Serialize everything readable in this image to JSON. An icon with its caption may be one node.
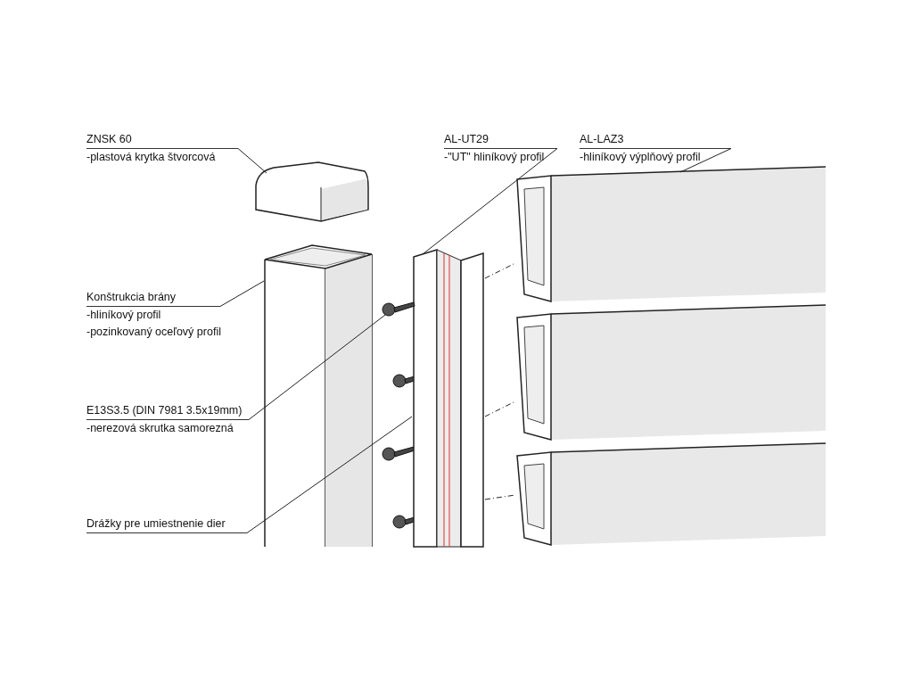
{
  "diagram": {
    "nodes": [
      {
        "text": [
          "ZNSK 60",
          "-plastová krytka štvorcová"
        ]
      },
      {
        "text": [
          "AL-UT29",
          "-\"UT\" hliníkový profil"
        ]
      },
      {
        "text": [
          "AL-LAZ3",
          "-hliníkový výplňový profil"
        ]
      },
      {
        "text": [
          "Konštrukcia brány",
          "-hliníkový profil",
          "-pozinkovaný oceľový profil"
        ]
      },
      {
        "text": [
          "E13S3.5 (DIN 7981 3.5x19mm)",
          "-nerezová skrutka samorezná"
        ]
      },
      {
        "text": [
          "Drážky pre umiestnenie dier"
        ]
      },
      {
        "text": [],
        "shape": "picture"
      },
      {
        "text": [],
        "shape": "picture"
      },
      {
        "text": [],
        "shape": "picture"
      },
      {
        "text": [],
        "shape": "picture"
      },
      {
        "text": [],
        "shape": "picture"
      },
      {
        "text": [],
        "shape": "picture"
      },
      {
        "text": [],
        "shape": "picture"
      }
    ],
    "edges": [
      {
        "from": 0,
        "to": 6,
        "arrow": "none"
      },
      {
        "from": 1,
        "to": 8,
        "arrow": "none"
      },
      {
        "from": 2,
        "to": 9,
        "arrow": "none"
      },
      {
        "from": 3,
        "to": 7,
        "arrow": "none"
      },
      {
        "from": 4,
        "to": 10,
        "arrow": "none"
      },
      {
        "from": 5,
        "to": 8,
        "arrow": "none"
      },
      {
        "from": 8,
        "to": 9,
        "arrow": "none",
        "style": "dashed"
      },
      {
        "from": 8,
        "to": 11,
        "arrow": "none",
        "style": "dashed"
      },
      {
        "from": 8,
        "to": 12,
        "arrow": "none",
        "style": "dashed"
      }
    ]
  }
}
